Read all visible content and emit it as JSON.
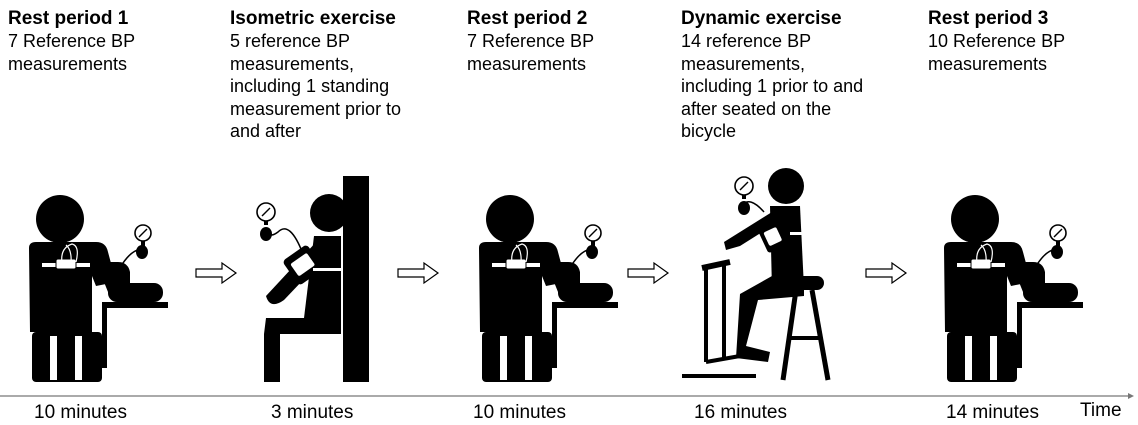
{
  "phases": [
    {
      "title": "Rest period 1",
      "lines": [
        "7 Reference BP",
        "measurements"
      ],
      "duration": "10 minutes"
    },
    {
      "title": "Isometric exercise",
      "lines": [
        "5 reference BP",
        "measurements,",
        "including 1 standing",
        "measurement prior to",
        "and after"
      ],
      "duration": "3 minutes"
    },
    {
      "title": "Rest period 2",
      "lines": [
        "7 Reference BP",
        "measurements"
      ],
      "duration": "10 minutes"
    },
    {
      "title": "Dynamic exercise",
      "lines": [
        "14 reference BP",
        "measurements,",
        "including 1 prior to and",
        "after seated on the",
        "bicycle"
      ],
      "duration": "16 minutes"
    },
    {
      "title": "Rest period 3",
      "lines": [
        "10 Reference BP",
        "measurements"
      ],
      "duration": "14 minutes"
    }
  ],
  "timeline": {
    "axis_label": "Time"
  }
}
